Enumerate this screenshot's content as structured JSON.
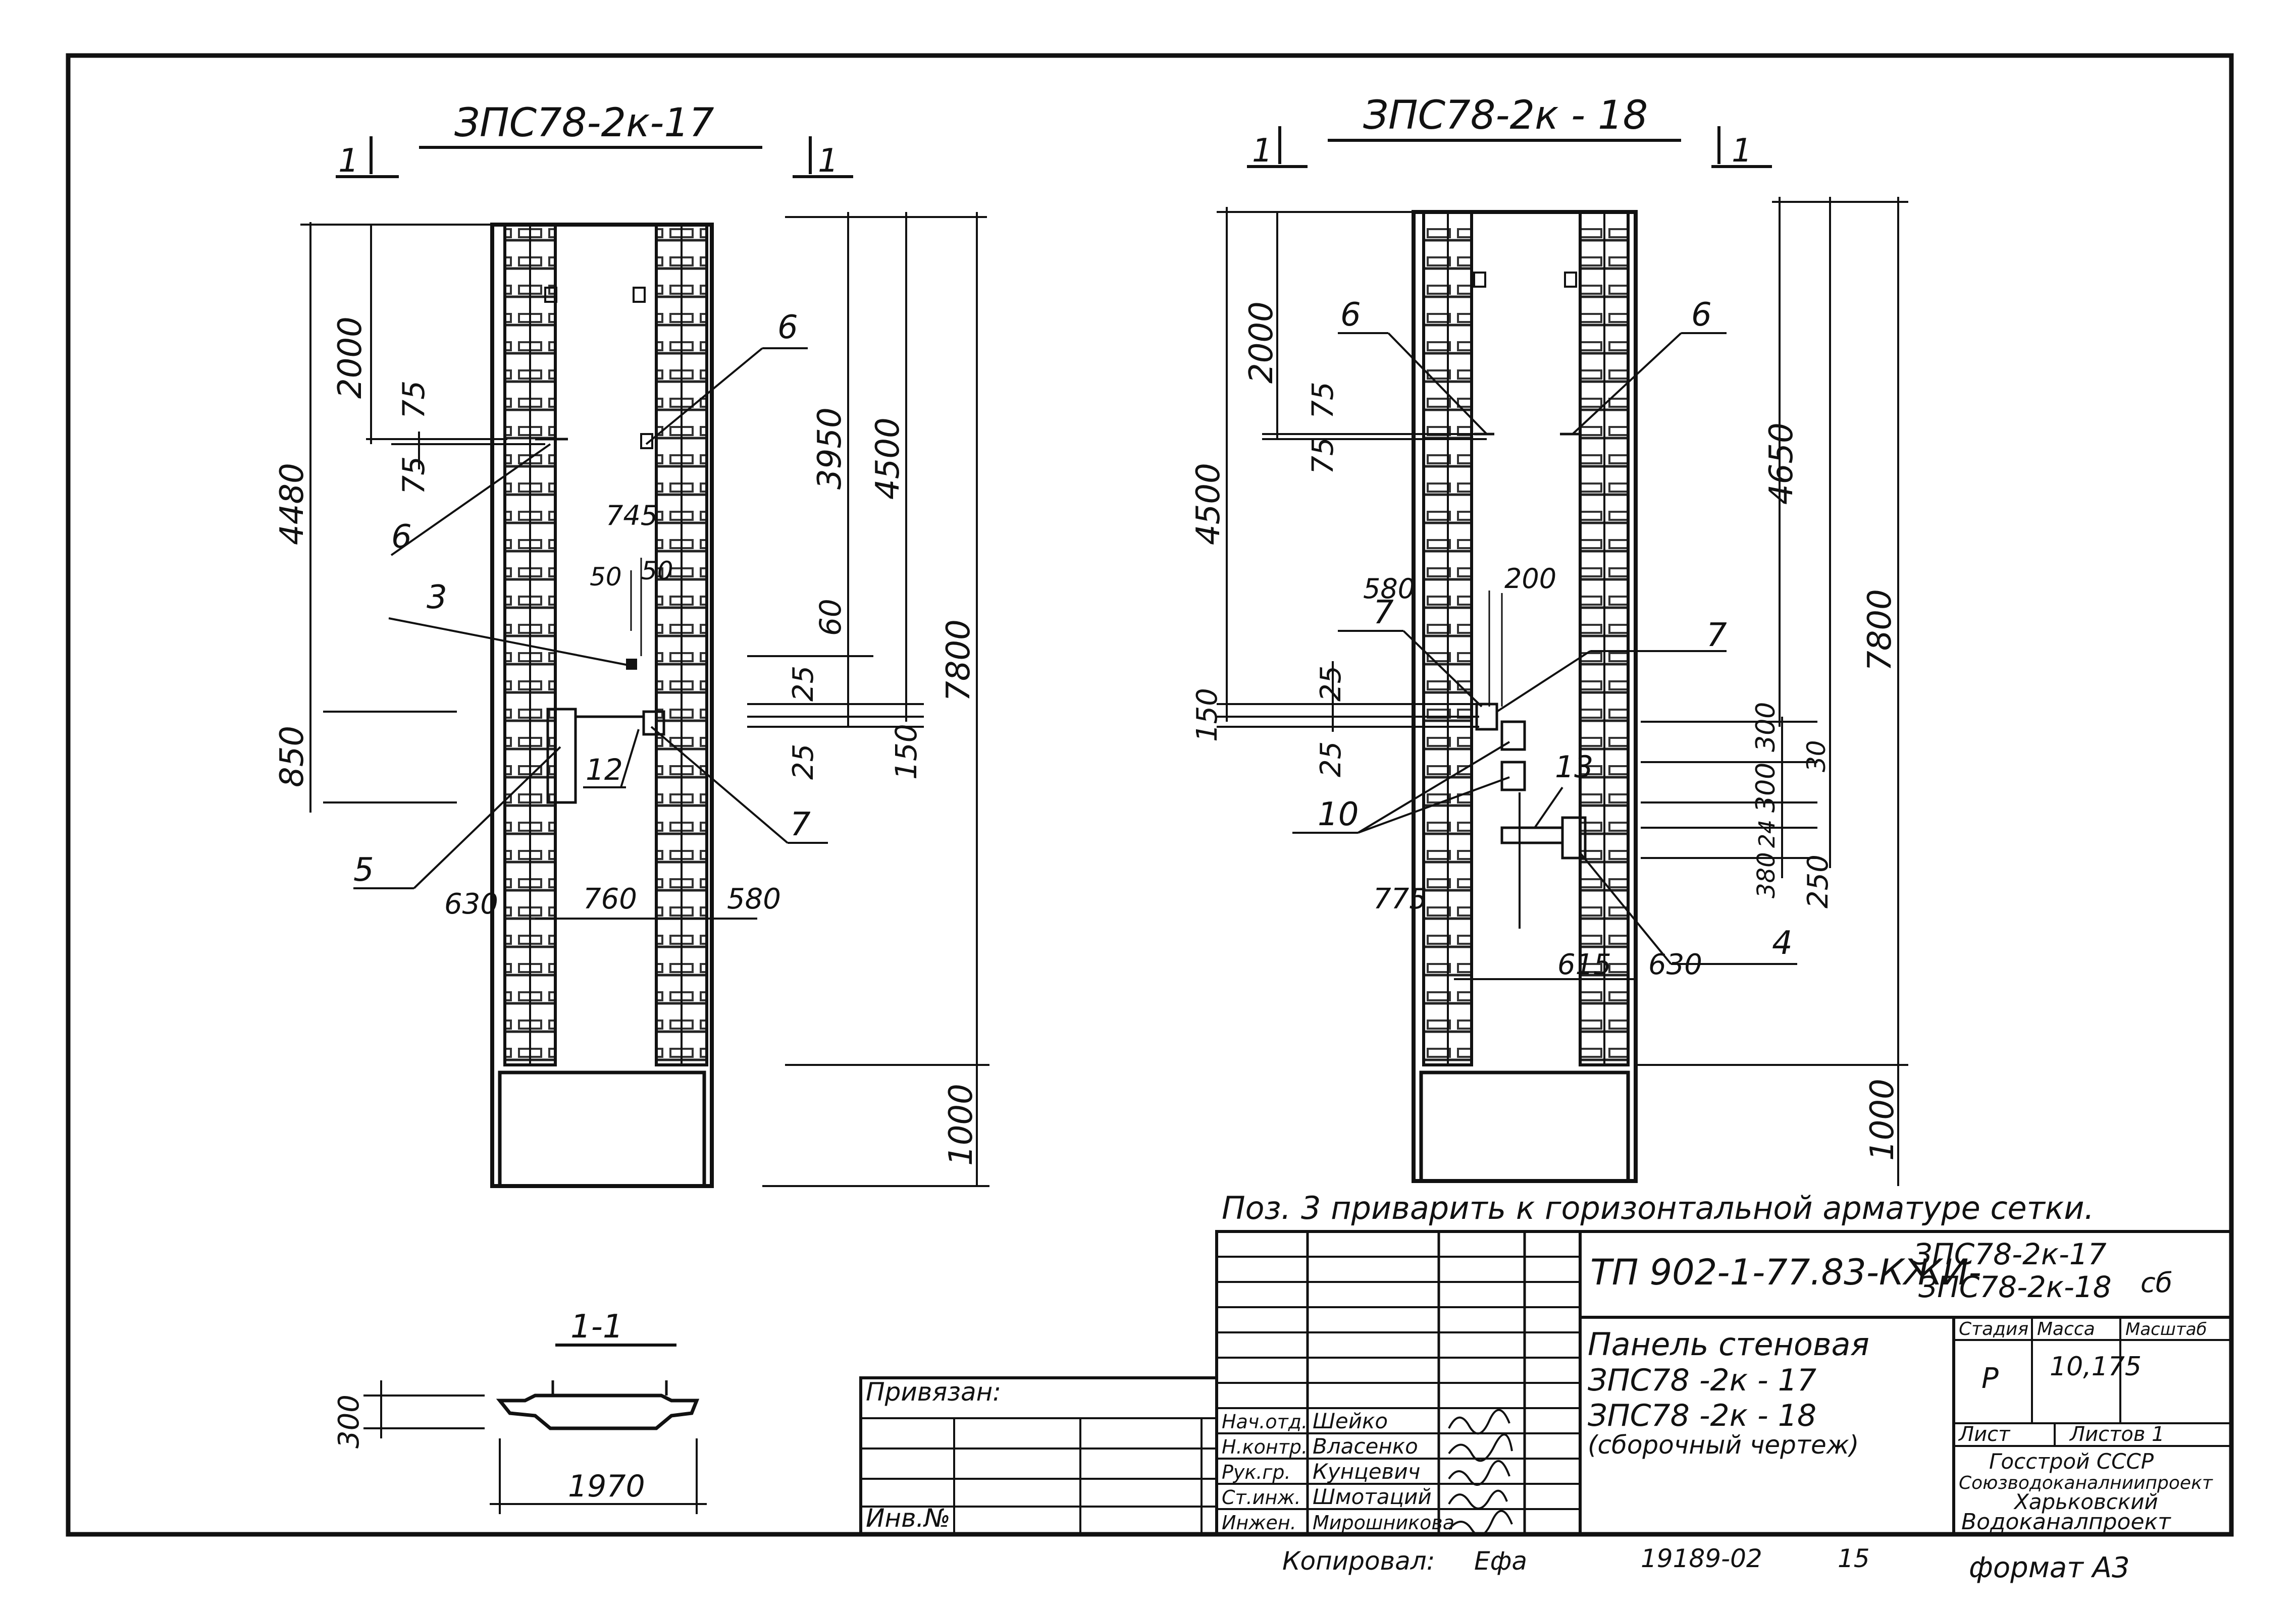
{
  "left_view": {
    "title": "ЗПС78-2к-17",
    "section_mark": "1",
    "dims": {
      "d2000": "2000",
      "d75a": "75",
      "d75b": "75",
      "d4480": "4480",
      "d850": "850",
      "d3950": "3950",
      "d4500": "4500",
      "d7800": "7800",
      "d60": "60",
      "d25a": "25",
      "d25b": "25",
      "d150": "150",
      "d1000": "1000",
      "d745": "745",
      "d50a": "50",
      "d50b": "50",
      "d630": "630",
      "d760": "760",
      "d580": "580"
    },
    "callouts": {
      "c6a": "6",
      "c6b": "6",
      "c3": "3",
      "c12": "12",
      "c7": "7",
      "c5": "5"
    }
  },
  "right_view": {
    "title": "ЗПС78-2к - 18",
    "section_mark": "1",
    "dims": {
      "d2000": "2000",
      "d75a": "75",
      "d75b": "75",
      "d4500": "4500",
      "d150": "150",
      "d25a": "25",
      "d25b": "25",
      "d580": "580",
      "d200": "200",
      "d775": "775",
      "d615": "615",
      "d630": "630",
      "d4650": "4650",
      "d7800": "7800",
      "d300a": "300",
      "d30": "30",
      "d300b": "300",
      "d24": "24",
      "d380": "380",
      "d250": "250",
      "d1000": "1000"
    },
    "callouts": {
      "c6a": "6",
      "c6b": "6",
      "c7a": "7",
      "c7b": "7",
      "c10": "10",
      "c13": "13",
      "c4": "4"
    }
  },
  "section": {
    "label": "1-1",
    "d300": "300",
    "d1970": "1970"
  },
  "note": "Поз. 3 приварить к горизонтальной арматуре сетки.",
  "title_block": {
    "code": "ТП 902-1-77.83-КЖИ-",
    "code_tail_1": "ЗПС78-2к-17",
    "code_tail_2": "ЗПС78-2к-18",
    "code_suffix": "сб",
    "privyazan": "Привязан:",
    "inv": "Инв.№",
    "name_line_1": "Панель стеновая",
    "name_line_2": "ЗПС78 -2к - 17",
    "name_line_3": "ЗПС78 -2к - 18",
    "name_line_4": "(сборочный чертеж)",
    "col_stage": "Стадия",
    "col_mass": "Масса",
    "col_scale": "Масштаб",
    "stage": "Р",
    "mass": "10,175",
    "sheet_label": "Лист",
    "sheets_label": "Листов 1",
    "org_1": "Госстрой СССР",
    "org_2": "Союзводоканалниипроект",
    "org_3": "Харьковский",
    "org_4": "Водоканалпроект",
    "staff": [
      {
        "role": "Нач.отд.",
        "name": "Шейко"
      },
      {
        "role": "Н.контр.",
        "name": "Власенко"
      },
      {
        "role": "Рук.гр.",
        "name": "Кунцевич"
      },
      {
        "role": "Ст.инж.",
        "name": "Шмотаций"
      },
      {
        "role": "Инжен.",
        "name": "Мирошникова"
      }
    ]
  },
  "footer": {
    "copied": "Копировал:",
    "copied_by": "Ефа",
    "number": "19189-02",
    "page": "15",
    "format": "формат А3"
  }
}
